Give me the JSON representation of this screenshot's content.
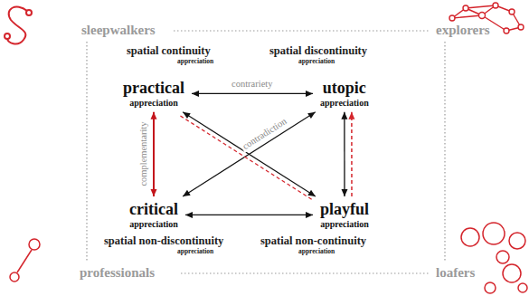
{
  "diagram": {
    "nodes": [
      {
        "text": [
          "practical",
          "appreciation"
        ]
      },
      {
        "text": [
          "utopic",
          "appreciation"
        ]
      },
      {
        "text": [
          "critical",
          "appreciation"
        ]
      },
      {
        "text": [
          "playful",
          "appreciation"
        ]
      }
    ],
    "edges": [
      {
        "from": 0,
        "to": 1,
        "label": "contrariety",
        "arrow": "both"
      },
      {
        "from": 2,
        "to": 3,
        "arrow": "both"
      },
      {
        "from": 0,
        "to": 2,
        "label": "complementarity",
        "arrow": "both"
      },
      {
        "from": 1,
        "to": 3,
        "arrow": "both"
      },
      {
        "from": 2,
        "to": 1,
        "label": "contradiction",
        "arrow": "both"
      },
      {
        "from": 3,
        "to": 0,
        "arrow": "both"
      },
      {
        "from": 0,
        "to": 3,
        "arrow": "none"
      },
      {
        "from": 3,
        "to": 1,
        "arrow": "to"
      }
    ],
    "labels": [
      "sleepwalkers",
      "explorers",
      "spatial continuity",
      "appreciation",
      "spatial discontinuity",
      "appreciation",
      "spatial non-discontinuity",
      "appreciation",
      "spatial non-continuity",
      "appreciation",
      "professionals",
      "loafers"
    ]
  }
}
